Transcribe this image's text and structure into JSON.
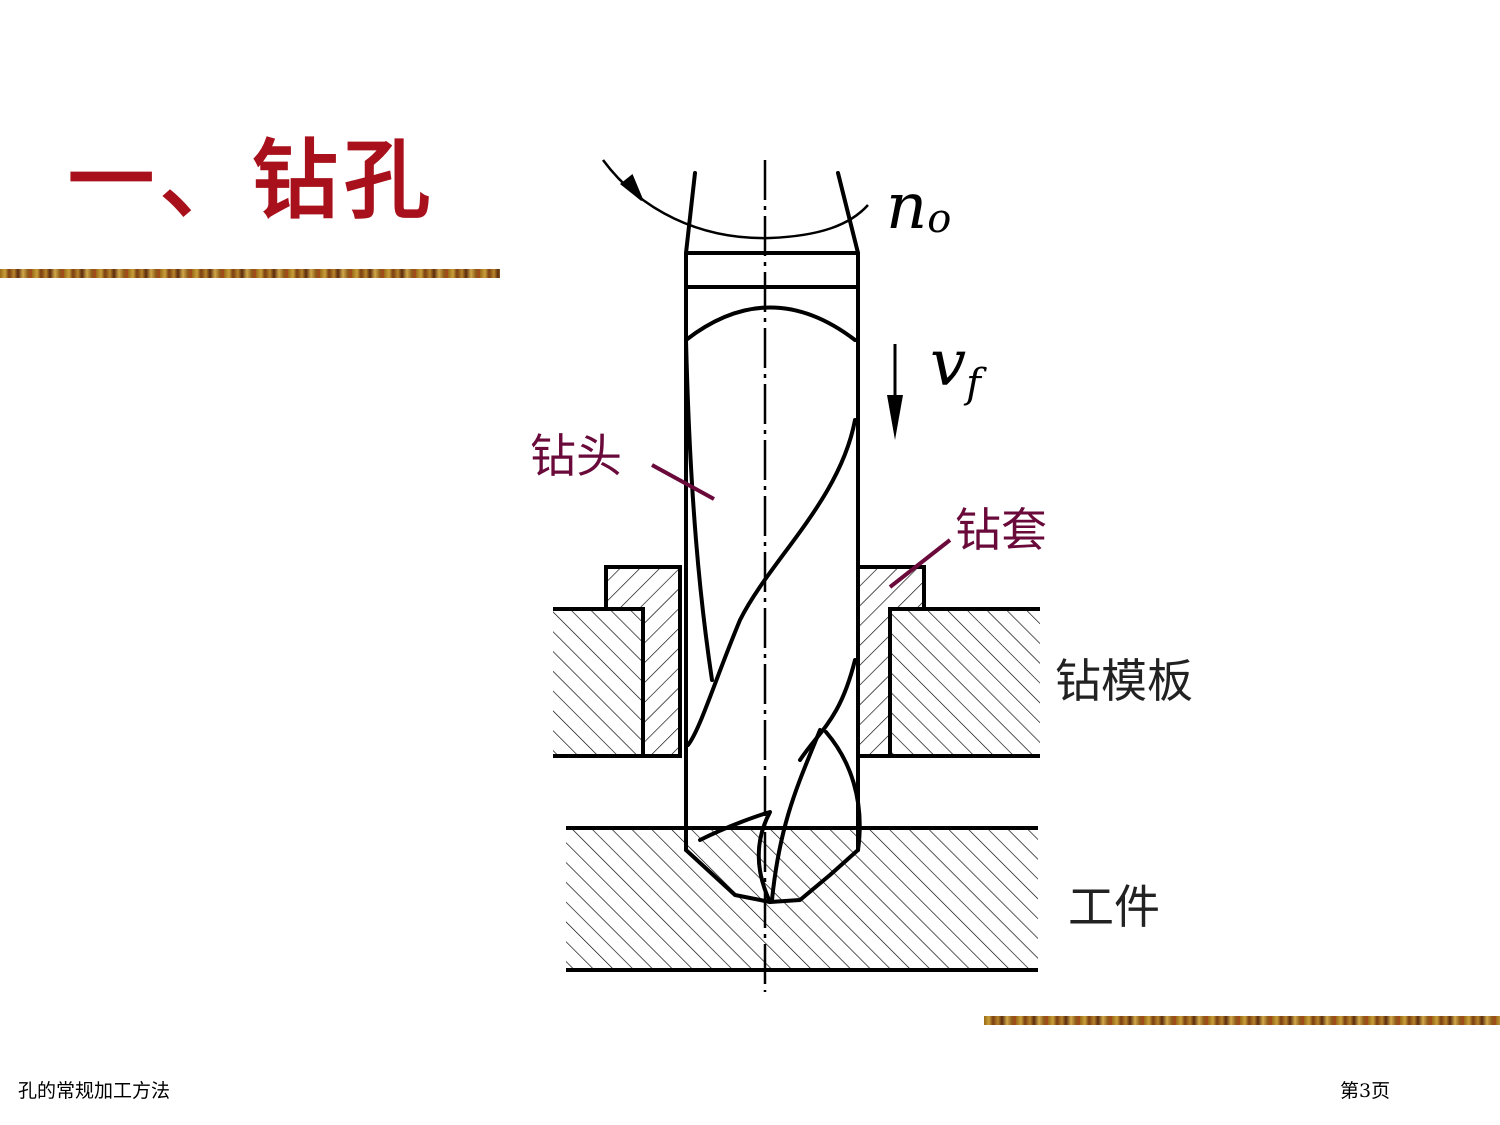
{
  "title": "一、钻孔",
  "labels": {
    "drill": "钻头",
    "sleeve": "钻套",
    "plate": "钻模板",
    "workpiece": "工件"
  },
  "symbols": {
    "rotation_main": "n",
    "rotation_sub": "o",
    "feed_main": "v",
    "feed_sub": "f"
  },
  "footer": {
    "left": "孔的常规加工方法",
    "right": "第3页"
  },
  "colors": {
    "title": "#a8111b",
    "label": "#6a0a3a"
  }
}
